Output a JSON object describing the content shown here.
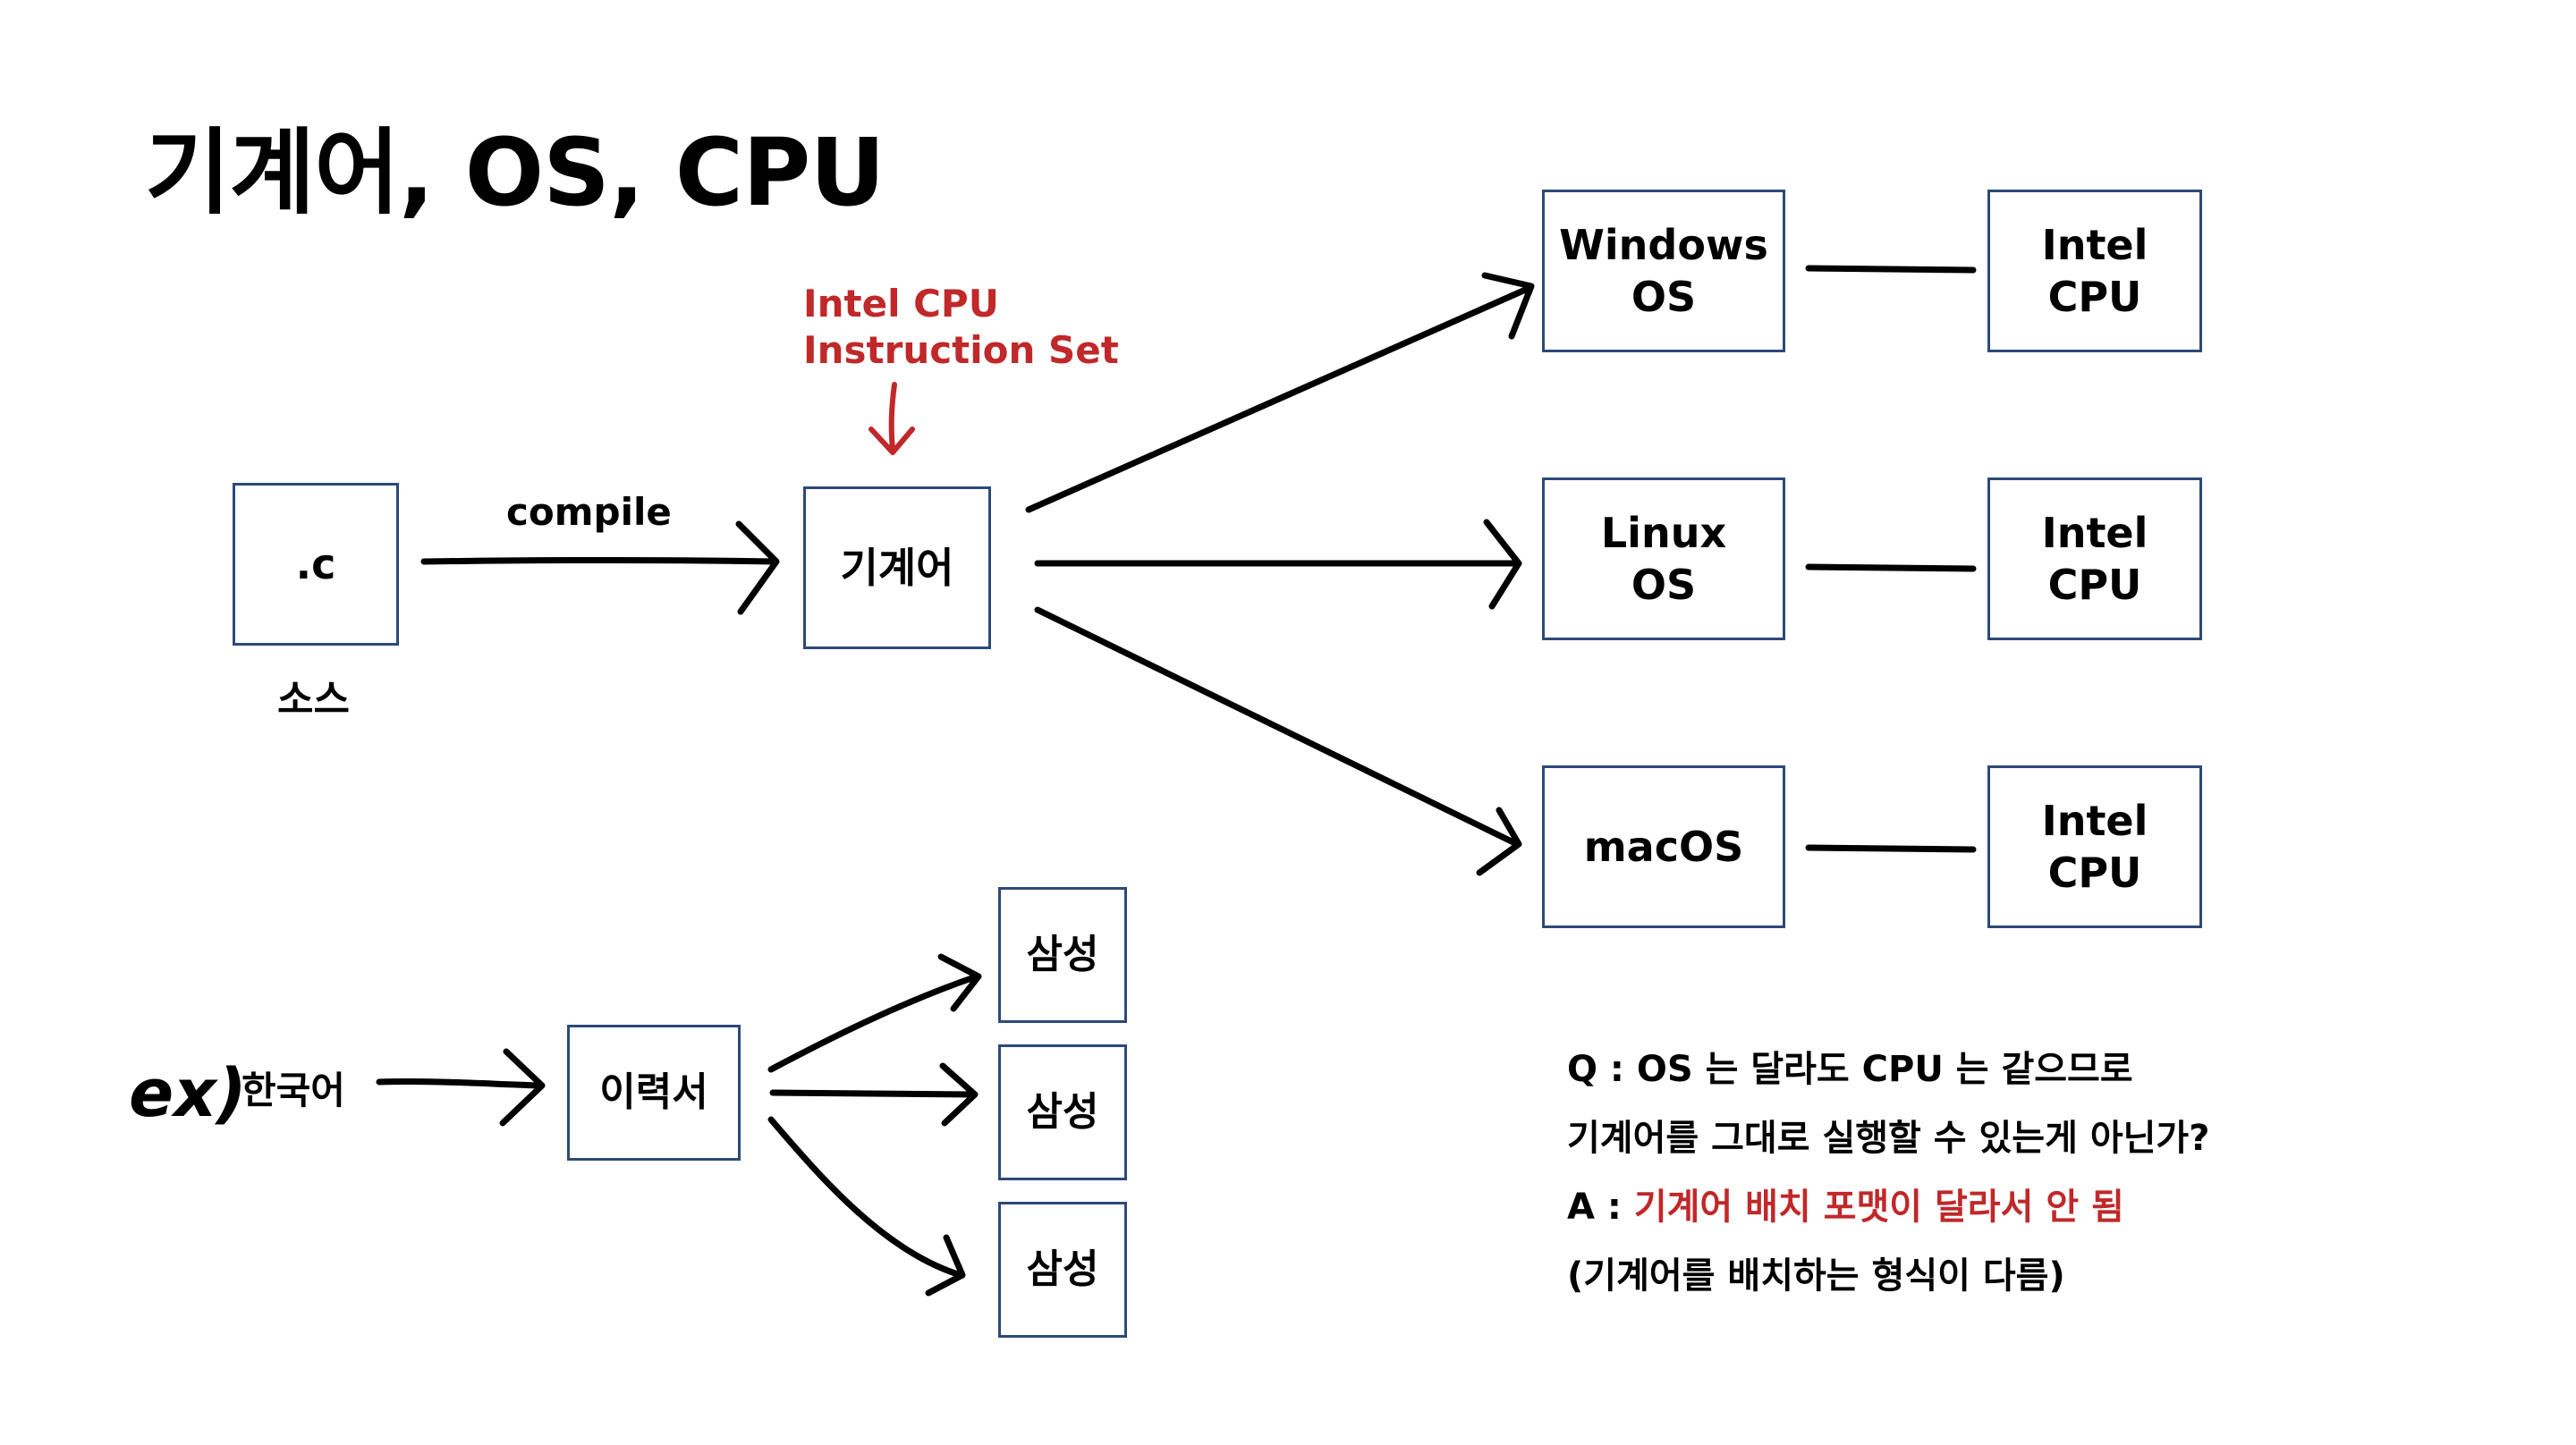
{
  "title": "기계어, OS, CPU",
  "source_box": {
    "label": ".c",
    "caption": "소스"
  },
  "compile_label": "compile",
  "instruction_note": {
    "line1": "Intel CPU",
    "line2": "Instruction Set"
  },
  "machine_box": {
    "label": "기계어"
  },
  "os_rows": [
    {
      "os_line1": "Windows",
      "os_line2": "OS",
      "cpu_line1": "Intel",
      "cpu_line2": "CPU"
    },
    {
      "os_line1": "Linux",
      "os_line2": "OS",
      "cpu_line1": "Intel",
      "cpu_line2": "CPU"
    },
    {
      "os_line1": "macOS",
      "os_line2": "",
      "cpu_line1": "Intel",
      "cpu_line2": "CPU"
    }
  ],
  "example": {
    "ex_mark": "ex)",
    "source_label": "한국어",
    "middle_box": "이력서",
    "targets": [
      "삼성",
      "삼성",
      "삼성"
    ]
  },
  "qa": {
    "q_line1": "Q : OS 는 달라도 CPU 는 같으므로",
    "q_line2": "기계어를 그대로 실행할 수 있는게 아닌가?",
    "a_prefix": "A : ",
    "a_answer": "기계어 배치 포맷이 달라서 안 됨",
    "a_line2": "(기계어를 배치하는 형식이 다름)"
  },
  "colors": {
    "box_border": "#2c4a78",
    "accent_red": "#c0282a",
    "ink": "#000000"
  }
}
